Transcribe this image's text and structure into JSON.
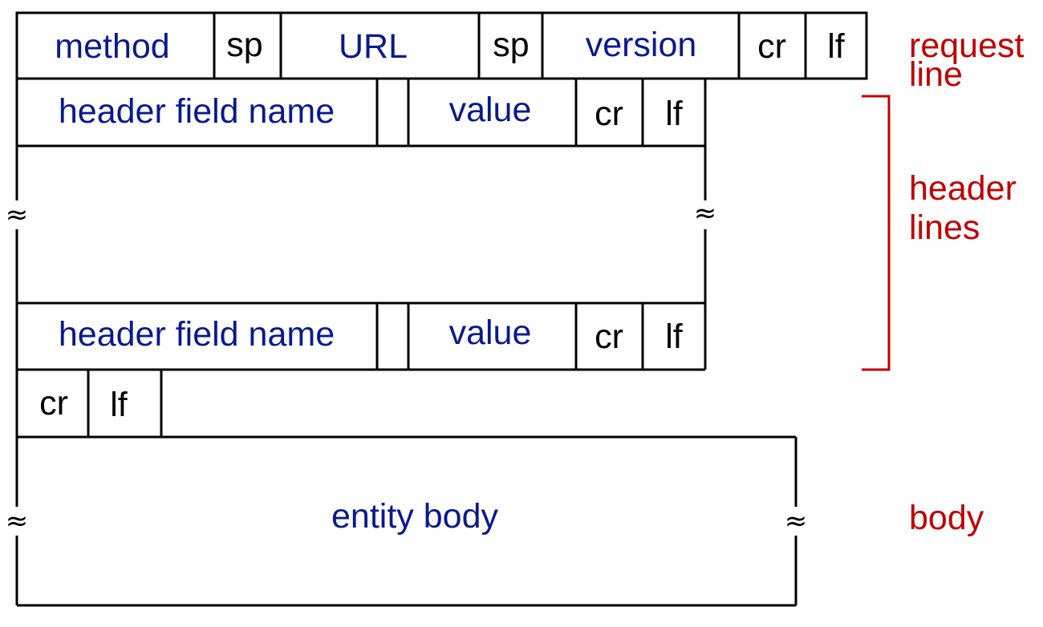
{
  "request_line": {
    "cells": [
      "method",
      "sp",
      "URL",
      "sp",
      "version",
      "cr",
      "lf"
    ],
    "label": [
      "request",
      "line"
    ]
  },
  "header_line_1": {
    "cells": [
      "header field name",
      "",
      "value",
      "cr",
      "lf"
    ]
  },
  "header_line_2": {
    "cells": [
      "header field name",
      "",
      "value",
      "cr",
      "lf"
    ]
  },
  "header_lines_label": [
    "header",
    "lines"
  ],
  "blank_line": {
    "cells": [
      "cr",
      "lf"
    ]
  },
  "body": {
    "text": "entity body",
    "label": "body"
  },
  "break_symbol": "≈",
  "colors": {
    "field_text": "#0a1a8c",
    "control_text": "#000000",
    "annotation": "#c00000"
  }
}
